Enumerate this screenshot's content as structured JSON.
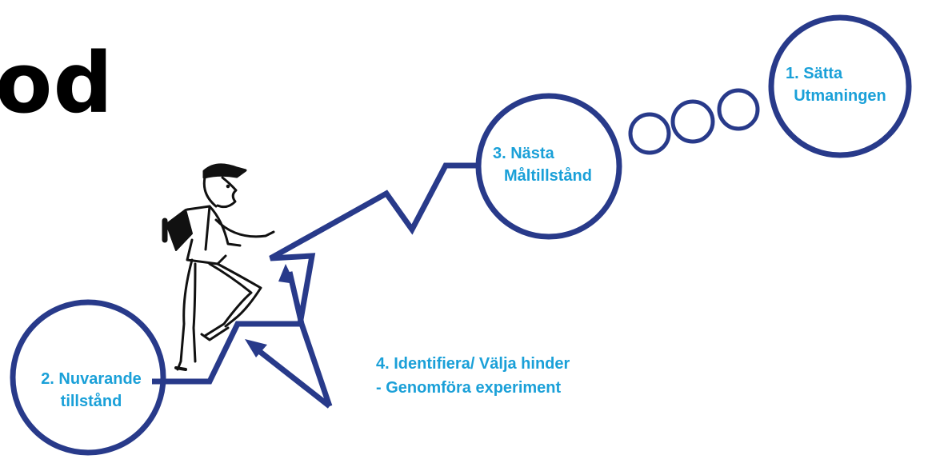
{
  "title": "od",
  "colors": {
    "line": "#283a8a",
    "label": "#1aa0d8",
    "title": "#000000",
    "figure": "#111111"
  },
  "states": {
    "challenge": {
      "line1": "1. Sätta",
      "line2": "Utmaningen"
    },
    "current": {
      "line1": "2. Nuvarande",
      "line2": "tillstånd"
    },
    "target": {
      "line1": "3. Nästa",
      "line2": "Måltillstånd"
    }
  },
  "obstacles": {
    "line1": "4. Identifiera/ Välja hinder",
    "line2": "- Genomföra experiment"
  },
  "icons": {
    "figure": "climbing-hiker-icon"
  }
}
